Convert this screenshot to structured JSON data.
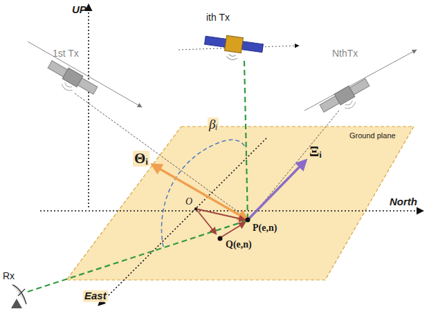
{
  "diagram": {
    "labels": [
      "UP",
      "1st Tx",
      "ith Tx",
      "NthTx",
      "βᵢ",
      "Θᵢ",
      "Ground plane",
      "Ξᵢ",
      "North",
      "O",
      "P(e,n)",
      "Q(e,n)",
      "Rx",
      "East"
    ]
  }
}
